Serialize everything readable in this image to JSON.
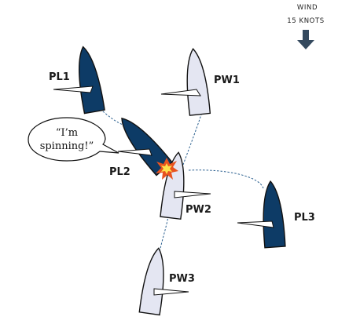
{
  "wind": {
    "title": "WIND",
    "speed": "15 KNOTS"
  },
  "boats": [
    {
      "id": "pl1",
      "label": "PL1",
      "team": "dark"
    },
    {
      "id": "pw1",
      "label": "PW1",
      "team": "light"
    },
    {
      "id": "pl2",
      "label": "PL2",
      "team": "dark"
    },
    {
      "id": "pw2",
      "label": "PW2",
      "team": "light"
    },
    {
      "id": "pl3",
      "label": "PL3",
      "team": "dark"
    },
    {
      "id": "pw3",
      "label": "PW3",
      "team": "light"
    }
  ],
  "speech_bubble": {
    "line1": "“I’m",
    "line2": "spinning!”"
  },
  "colors": {
    "dark_hull": "#0d3b66",
    "light_hull": "#e4e6f2",
    "outline": "#111111",
    "track": "#2a5f8f",
    "arrow": "#34495e",
    "collision_outer": "#e8531f",
    "collision_inner": "#ffe14d"
  },
  "icons": {
    "wind_arrow": "arrow-down-icon",
    "collision": "collision-burst-icon"
  }
}
